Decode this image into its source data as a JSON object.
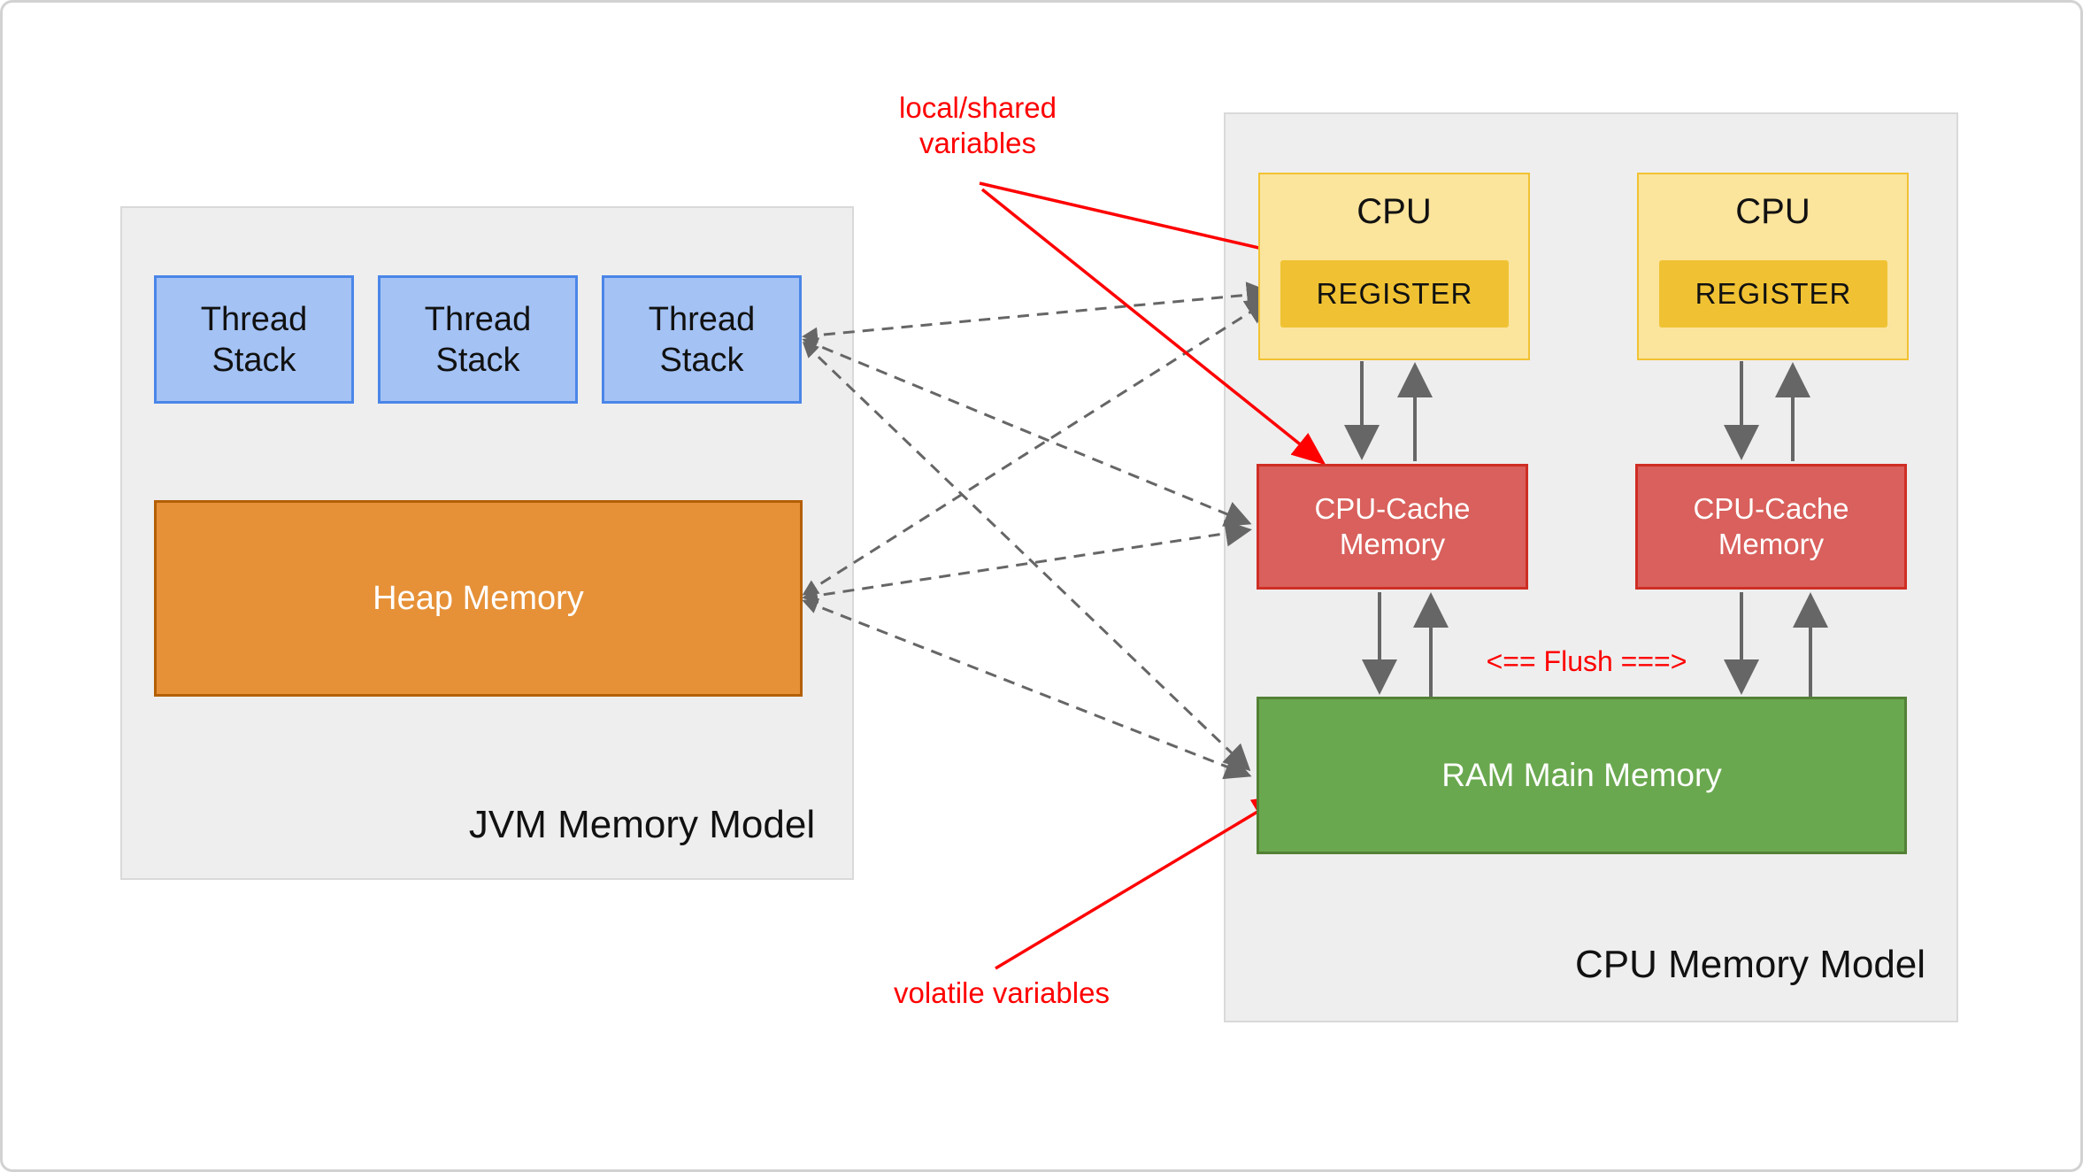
{
  "jvm": {
    "title": "JVM Memory Model",
    "thread_stacks": [
      {
        "line1": "Thread",
        "line2": "Stack"
      },
      {
        "line1": "Thread",
        "line2": "Stack"
      },
      {
        "line1": "Thread",
        "line2": "Stack"
      }
    ],
    "heap_label": "Heap Memory"
  },
  "cpu": {
    "title": "CPU Memory Model",
    "units": [
      {
        "cpu_label": "CPU",
        "register_label": "REGISTER",
        "cache_line1": "CPU-Cache",
        "cache_line2": "Memory"
      },
      {
        "cpu_label": "CPU",
        "register_label": "REGISTER",
        "cache_line1": "CPU-Cache",
        "cache_line2": "Memory"
      }
    ],
    "ram_label": "RAM Main Memory",
    "flush_label": "<== Flush ===>"
  },
  "annotations": {
    "local_shared_line1": "local/shared",
    "local_shared_line2": "variables",
    "volatile_label": "volatile variables"
  },
  "colors": {
    "thread-fill": "#a4c2f4",
    "thread-border": "#4a86e8",
    "heap-fill": "#e69138",
    "heap-border": "#b45f06",
    "cpu-fill": "#fbe49c",
    "cpu-border": "#f1c232",
    "register-fill": "#f0c233",
    "cache-fill": "#d9605c",
    "cache-border": "#cf2e24",
    "ram-fill": "#6aa84f",
    "ram-border": "#538135",
    "panel-fill": "#eeeeee",
    "panel-border": "#d9d9d9",
    "arrow-gray": "#666666",
    "annotation-red": "#fe0000",
    "text-dark": "#111111",
    "text-light": "#ffffff"
  }
}
